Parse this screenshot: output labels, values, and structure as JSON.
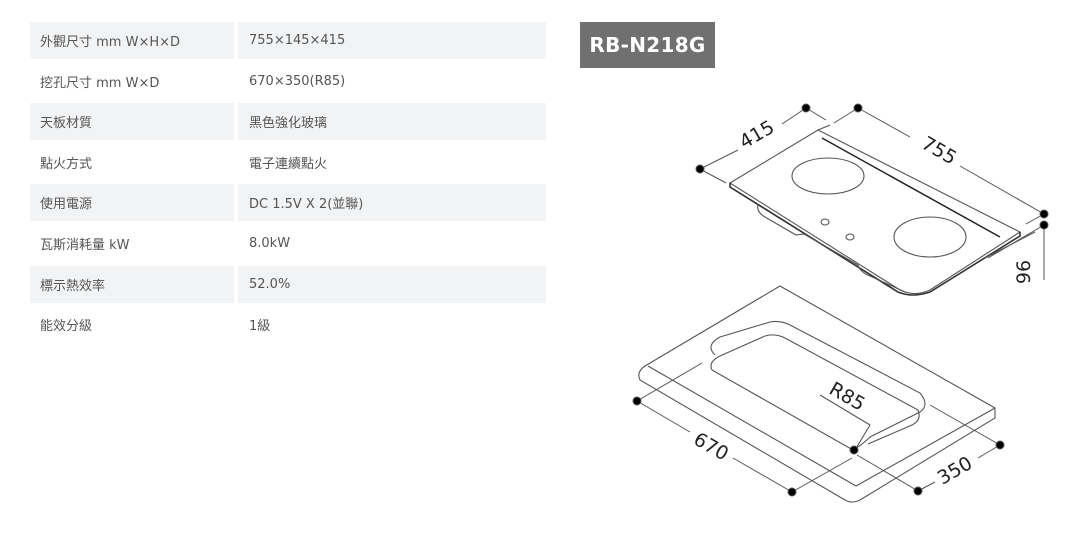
{
  "specs": [
    {
      "label": "外觀尺寸 mm W×H×D",
      "value": "755×145×415"
    },
    {
      "label": "挖孔尺寸 mm W×D",
      "value": "670×350(R85)"
    },
    {
      "label": "天板材質",
      "value": "黑色強化玻璃"
    },
    {
      "label": "點火方式",
      "value": "電子連續點火"
    },
    {
      "label": "使用電源",
      "value": "DC 1.5V X 2(並聯)"
    },
    {
      "label": "瓦斯消耗量 kW",
      "value": "8.0kW"
    },
    {
      "label": "標示熱效率",
      "value": "52.0%"
    },
    {
      "label": "能效分級",
      "value": "1級"
    }
  ],
  "model": {
    "name": "RB-N218G"
  },
  "diagram": {
    "product_dims": {
      "depth": "415",
      "width": "755",
      "height": "96"
    },
    "cutout_dims": {
      "width": "670",
      "depth": "350",
      "radius": "R85"
    }
  },
  "colors": {
    "row_shade": "#f2f3f4",
    "badge_bg": "#707070",
    "text": "#555555"
  }
}
